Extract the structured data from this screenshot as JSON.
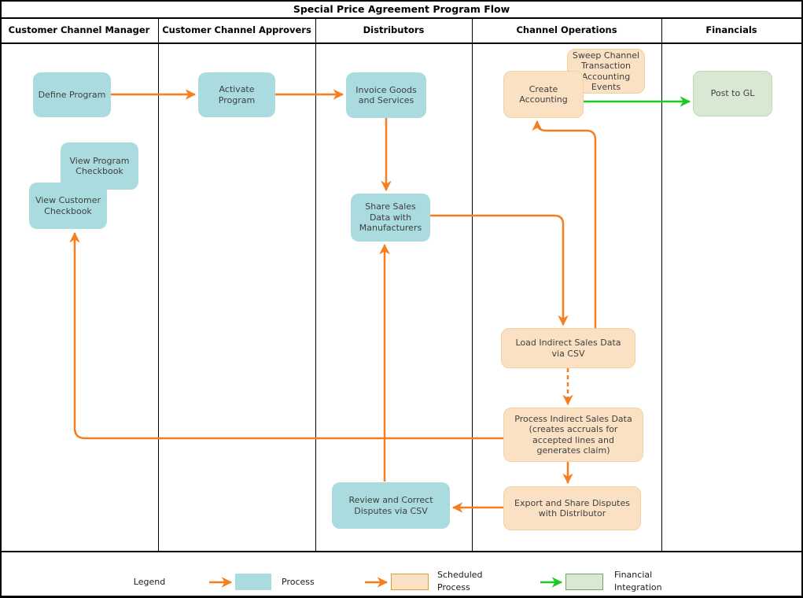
{
  "title": "Special Price Agreement Program Flow",
  "lanes": [
    {
      "label": "Customer Channel Manager"
    },
    {
      "label": "Customer Channel Approvers"
    },
    {
      "label": "Distributors"
    },
    {
      "label": "Channel Operations"
    },
    {
      "label": "Financials"
    }
  ],
  "nodes": {
    "define_program": {
      "label": "Define Program",
      "type": "process"
    },
    "activate_program": {
      "label": "Activate\nProgram",
      "type": "process"
    },
    "invoice_goods": {
      "label": "Invoice Goods\nand Services",
      "type": "process"
    },
    "sweep_channel": {
      "label": "Sweep Channel\nTransaction\nAccounting\nEvents",
      "type": "scheduled"
    },
    "create_accounting": {
      "label": "Create\nAccounting",
      "type": "scheduled"
    },
    "post_to_gl": {
      "label": "Post to GL",
      "type": "financial"
    },
    "view_program_checkbook": {
      "label": "View Program\nCheckbook",
      "type": "process"
    },
    "view_customer_checkbook": {
      "label": "View Customer\nCheckbook",
      "type": "process"
    },
    "share_sales_data": {
      "label": "Share Sales\nData with\nManufacturers",
      "type": "process"
    },
    "load_indirect_sales": {
      "label": "Load Indirect Sales Data\nvia CSV",
      "type": "scheduled"
    },
    "process_indirect_sales": {
      "label": "Process Indirect Sales Data\n(creates accruals for\naccepted lines and\ngenerates claim)",
      "type": "scheduled"
    },
    "export_disputes": {
      "label": "Export and Share Disputes\nwith Distributor",
      "type": "scheduled"
    },
    "review_disputes": {
      "label": "Review and Correct\nDisputes via CSV",
      "type": "process"
    }
  },
  "legend": {
    "label": "Legend",
    "items": [
      {
        "label": "Process",
        "type": "process"
      },
      {
        "label": "Scheduled\nProcess",
        "type": "scheduled"
      },
      {
        "label": "Financial\nIntegration",
        "type": "financial"
      }
    ]
  },
  "colors": {
    "process_fill": "#A9DBDF",
    "scheduled_fill": "#FBE1C4",
    "scheduled_border": "#DD9E33",
    "financial_fill": "#D8E8D3",
    "financial_border": "#6FA85E",
    "arrow_orange": "#F57E20",
    "arrow_green": "#1DC823"
  }
}
